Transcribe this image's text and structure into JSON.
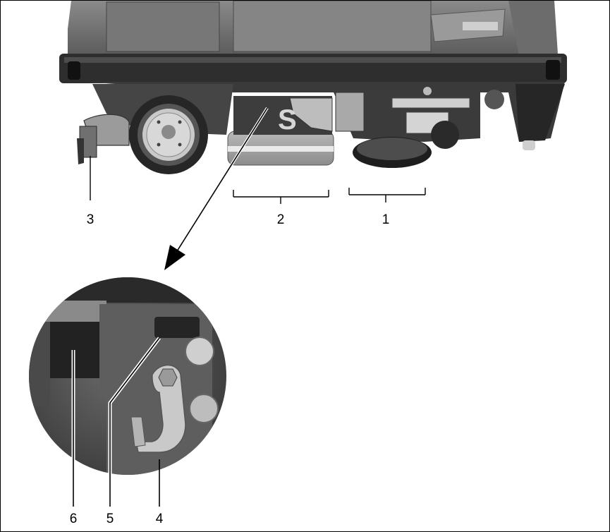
{
  "figure": {
    "callouts": {
      "c1": "1",
      "c2": "2",
      "c3": "3",
      "c4": "4",
      "c5": "5",
      "c6": "6"
    }
  }
}
